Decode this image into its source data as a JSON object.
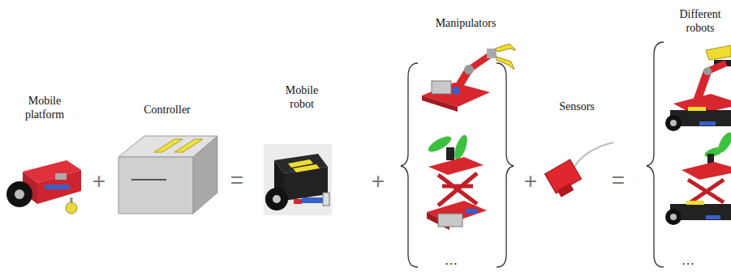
{
  "diagram": {
    "nodes": [
      {
        "text": [
          "Mobile platform"
        ]
      },
      {
        "text": [
          "Controller"
        ]
      },
      {
        "text": [
          "Mobile robot"
        ]
      },
      {
        "text": [
          "Manipulators"
        ]
      },
      {
        "text": [
          "Sensors"
        ]
      },
      {
        "text": [
          "Different robots"
        ]
      }
    ],
    "labels": [
      "+",
      "=",
      "+",
      "…",
      "+",
      "=",
      "…"
    ]
  }
}
